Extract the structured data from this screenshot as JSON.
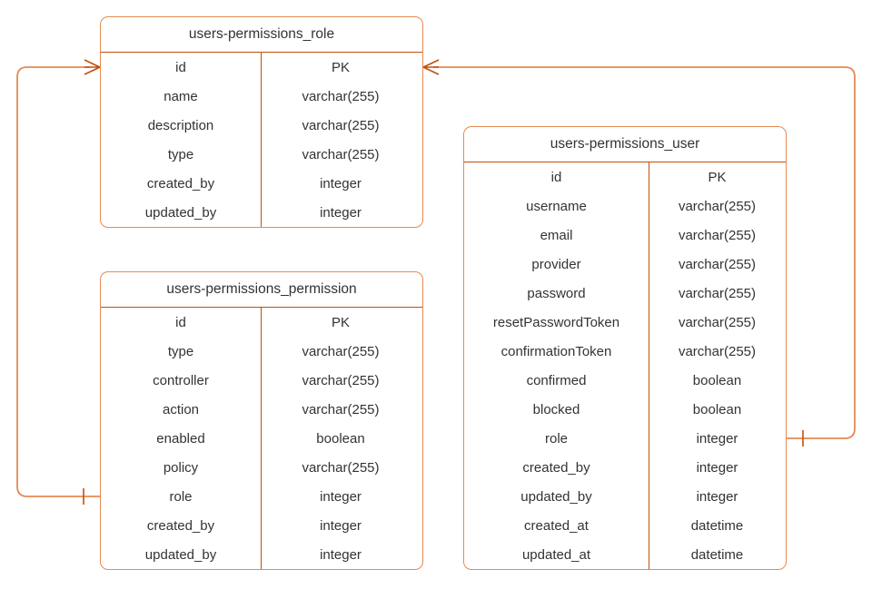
{
  "diagram": {
    "kind": "er-diagram",
    "background_color": "#ffffff",
    "entity_border_color": "#E58A52",
    "entity_rule_color": "#C1500B",
    "edge_color": "#E58A52",
    "text_color": "#333333",
    "columns": {
      "name_header": "",
      "type_header": ""
    }
  },
  "entities": [
    {
      "id": "role",
      "title": "users-permissions_role",
      "attributes": [
        {
          "name": "id",
          "type": "PK"
        },
        {
          "name": "name",
          "type": "varchar(255)"
        },
        {
          "name": "description",
          "type": "varchar(255)"
        },
        {
          "name": "type",
          "type": "varchar(255)"
        },
        {
          "name": "created_by",
          "type": "integer"
        },
        {
          "name": "updated_by",
          "type": "integer"
        }
      ]
    },
    {
      "id": "permission",
      "title": "users-permissions_permission",
      "attributes": [
        {
          "name": "id",
          "type": "PK"
        },
        {
          "name": "type",
          "type": "varchar(255)"
        },
        {
          "name": "controller",
          "type": "varchar(255)"
        },
        {
          "name": "action",
          "type": "varchar(255)"
        },
        {
          "name": "enabled",
          "type": "boolean"
        },
        {
          "name": "policy",
          "type": "varchar(255)"
        },
        {
          "name": "role",
          "type": "integer"
        },
        {
          "name": "created_by",
          "type": "integer"
        },
        {
          "name": "updated_by",
          "type": "integer"
        }
      ]
    },
    {
      "id": "user",
      "title": "users-permissions_user",
      "attributes": [
        {
          "name": "id",
          "type": "PK"
        },
        {
          "name": "username",
          "type": "varchar(255)"
        },
        {
          "name": "email",
          "type": "varchar(255)"
        },
        {
          "name": "provider",
          "type": "varchar(255)"
        },
        {
          "name": "password",
          "type": "varchar(255)"
        },
        {
          "name": "resetPasswordToken",
          "type": "varchar(255)"
        },
        {
          "name": "confirmationToken",
          "type": "varchar(255)"
        },
        {
          "name": "confirmed",
          "type": "boolean"
        },
        {
          "name": "blocked",
          "type": "boolean"
        },
        {
          "name": "role",
          "type": "integer"
        },
        {
          "name": "created_by",
          "type": "integer"
        },
        {
          "name": "updated_by",
          "type": "integer"
        },
        {
          "name": "created_at",
          "type": "datetime"
        },
        {
          "name": "updated_at",
          "type": "datetime"
        }
      ]
    }
  ],
  "relationships": [
    {
      "id": "permission-role",
      "from_entity": "permission",
      "from_attribute": "role",
      "from_cardinality": "one",
      "to_entity": "role",
      "to_attribute": "id",
      "to_cardinality": "many"
    },
    {
      "id": "user-role",
      "from_entity": "user",
      "from_attribute": "role",
      "from_cardinality": "one",
      "to_entity": "role",
      "to_attribute": "id",
      "to_cardinality": "many"
    }
  ]
}
